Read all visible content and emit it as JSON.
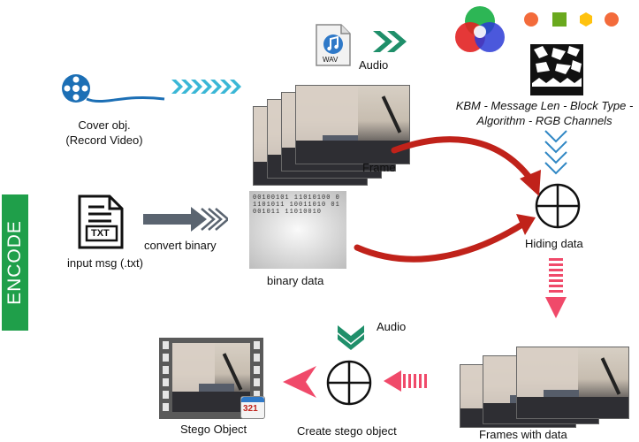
{
  "side_label": "ENCODE",
  "labels": {
    "audio_top": "Audio",
    "cover": [
      "Cover obj.",
      "(Record Video)"
    ],
    "frame": "Frame",
    "kbm": [
      "KBM - Message Len - Block Type -",
      "Algorithm - RGB Channels"
    ],
    "input_msg": "input msg (.txt)",
    "convert_binary": "convert binary",
    "binary_data": "binary data",
    "hiding_data": "Hiding data",
    "audio_bottom": "Audio",
    "stego_object": "Stego Object",
    "create_stego": "Create stego object",
    "frames_with_data": "Frames with data",
    "wav_badge": "WAV",
    "txt_badge": "TXT",
    "codec_badge": "321"
  },
  "colors": {
    "encode_green": "#1f9f4a",
    "arrow_red": "#c0221a",
    "chevron_cyan": "#3bb7d6",
    "chevron_green": "#1f8f6a",
    "arrow_pink": "#f04a6a",
    "arrow_gray": "#5a6470"
  },
  "binary_text": "00100101 11010100 01101011 10011010 01001011 11010010"
}
